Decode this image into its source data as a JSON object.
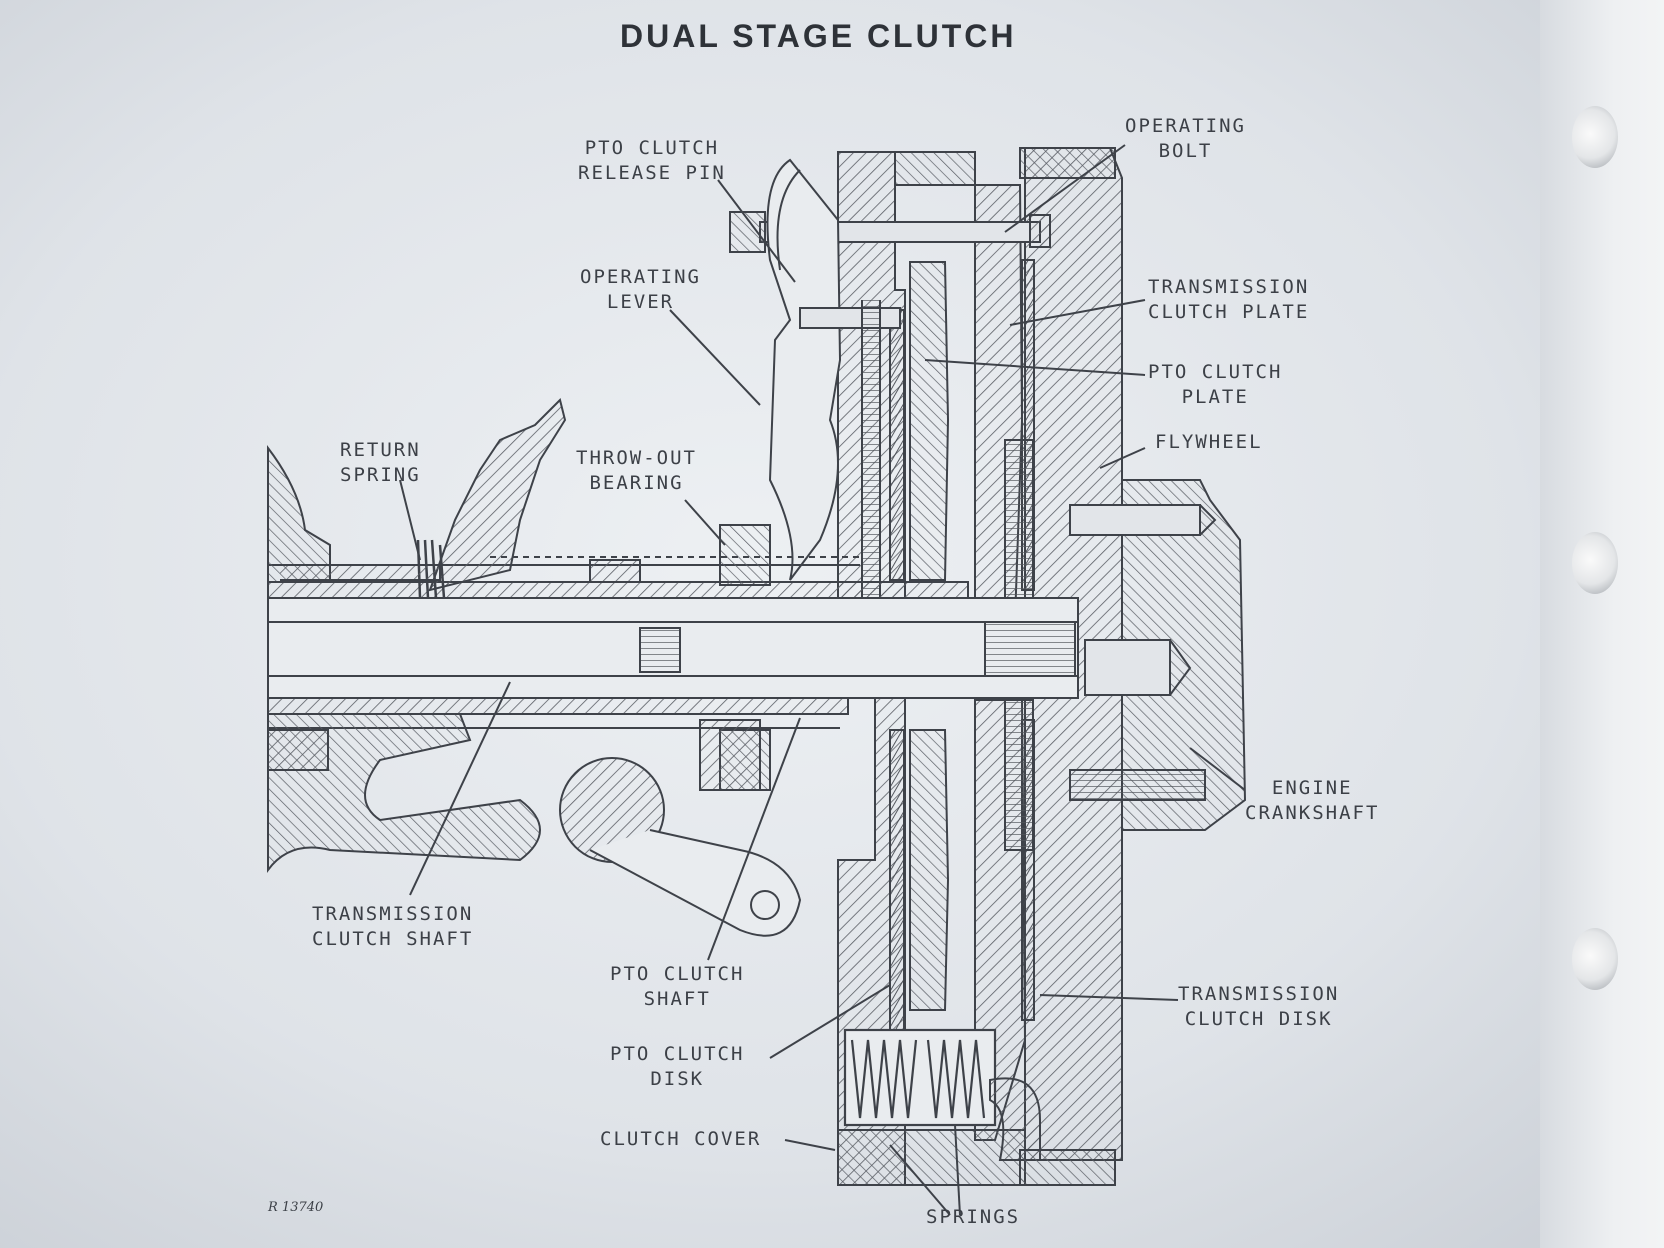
{
  "title": "DUAL STAGE CLUTCH",
  "figure_number": "R 13740",
  "labels": {
    "pto_clutch_release_pin": "PTO CLUTCH\nRELEASE PIN",
    "operating_bolt": "OPERATING\nBOLT",
    "operating_lever": "OPERATING\nLEVER",
    "transmission_clutch_plate": "TRANSMISSION\nCLUTCH PLATE",
    "pto_clutch_plate": "PTO CLUTCH\nPLATE",
    "flywheel": "FLYWHEEL",
    "return_spring": "RETURN\nSPRING",
    "throw_out_bearing": "THROW-OUT\nBEARING",
    "engine_crankshaft": "ENGINE\nCRANKSHAFT",
    "transmission_clutch_shaft": "TRANSMISSION\nCLUTCH SHAFT",
    "pto_clutch_shaft": "PTO CLUTCH\nSHAFT",
    "transmission_clutch_disk": "TRANSMISSION\nCLUTCH DISK",
    "pto_clutch_disk": "PTO CLUTCH\nDISK",
    "clutch_cover": "CLUTCH COVER",
    "springs": "SPRINGS"
  },
  "colors": {
    "paper": "#e9ecef",
    "ink": "#3c4047",
    "hatch": "#55595f"
  }
}
